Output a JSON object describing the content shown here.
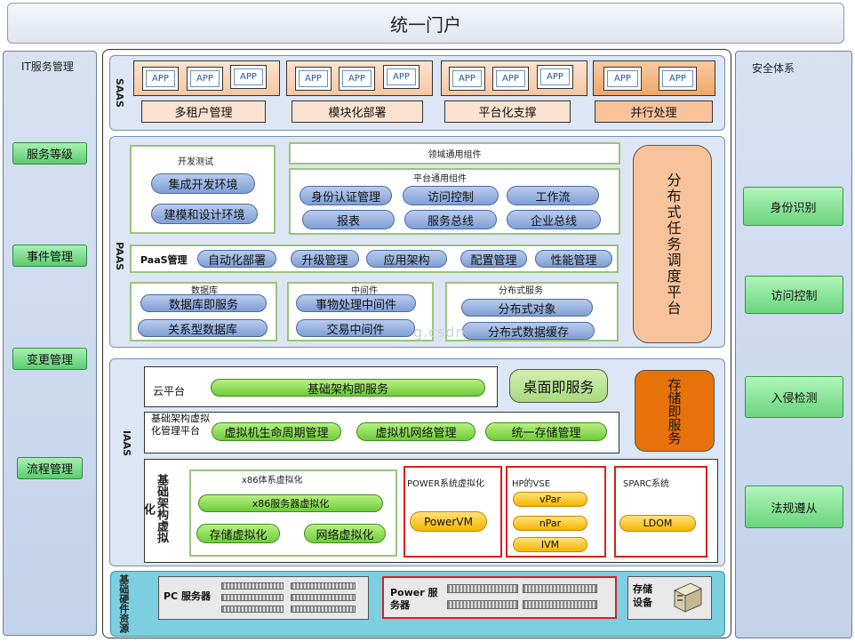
{
  "title": "统一门户",
  "left": {
    "title": "IT服务管理",
    "items": [
      "服务等级",
      "事件管理",
      "变更管理",
      "流程管理"
    ]
  },
  "right": {
    "title": "安全体系",
    "items": [
      "身份识别",
      "访问控制",
      "入侵检测",
      "法规遵从"
    ]
  },
  "saas": {
    "label": "SAAS",
    "app": "APP",
    "bars": [
      "多租户管理",
      "模块化部署",
      "平台化支撑",
      "并行处理"
    ]
  },
  "paas": {
    "label": "PAAS",
    "dev": {
      "title": "开发测试",
      "items": [
        "集成开发环境",
        "建模和设计环境"
      ]
    },
    "domain_title": "领域通用组件",
    "platform": {
      "title": "平台通用组件",
      "row1": [
        "身份认证管理",
        "访问控制",
        "工作流"
      ],
      "row2": [
        "报表",
        "服务总线",
        "企业总线"
      ]
    },
    "mgmt": {
      "title": "PaaS管理",
      "items": [
        "自动化部署",
        "升级管理",
        "应用架构",
        "配置管理",
        "性能管理"
      ]
    },
    "db": {
      "title": "数据库",
      "items": [
        "数据库即服务",
        "关系型数据库"
      ]
    },
    "mw": {
      "title": "中间件",
      "items": [
        "事物处理中间件",
        "交易中间件"
      ]
    },
    "dist": {
      "title": "分布式服务",
      "items": [
        "分布式对象",
        "分布式数据缓存"
      ]
    },
    "task": "分布式任务调度平台",
    "watermark": "g.csdn"
  },
  "iaas": {
    "label": "IAAS",
    "cloud": {
      "title": "云平台",
      "bar": "基础架构即服务"
    },
    "desktop": "桌面即服务",
    "storage_service": "存储即服务",
    "virt_mgmt": {
      "title": "基础架构虚拟化管理平台",
      "items": [
        "虚拟机生命周期管理",
        "虚拟机网络管理",
        "统一存储管理"
      ]
    },
    "infra_virt": {
      "title": "基础架构虚拟化"
    },
    "x86": {
      "title": "x86体系虚拟化",
      "items": [
        "x86服务器虚拟化",
        "存储虚拟化",
        "网络虚拟化"
      ]
    },
    "power": {
      "title": "POWER系统虚拟化",
      "items": [
        "PowerVM"
      ]
    },
    "hp": {
      "title": "HP的VSE",
      "items": [
        "vPar",
        "nPar",
        "IVM"
      ]
    },
    "sparc": {
      "title": "SPARC系统",
      "items": [
        "LDOM"
      ]
    }
  },
  "hardware": {
    "label": "基础硬件资源",
    "pc": "PC 服务器",
    "power": "Power 服务器",
    "storage": "存储设备"
  },
  "colors": {
    "green": "#6dcc3a",
    "blue": "#7f9fd6",
    "orange": "#e8720a",
    "peach": "#f8c39a",
    "red": "#d62020"
  }
}
